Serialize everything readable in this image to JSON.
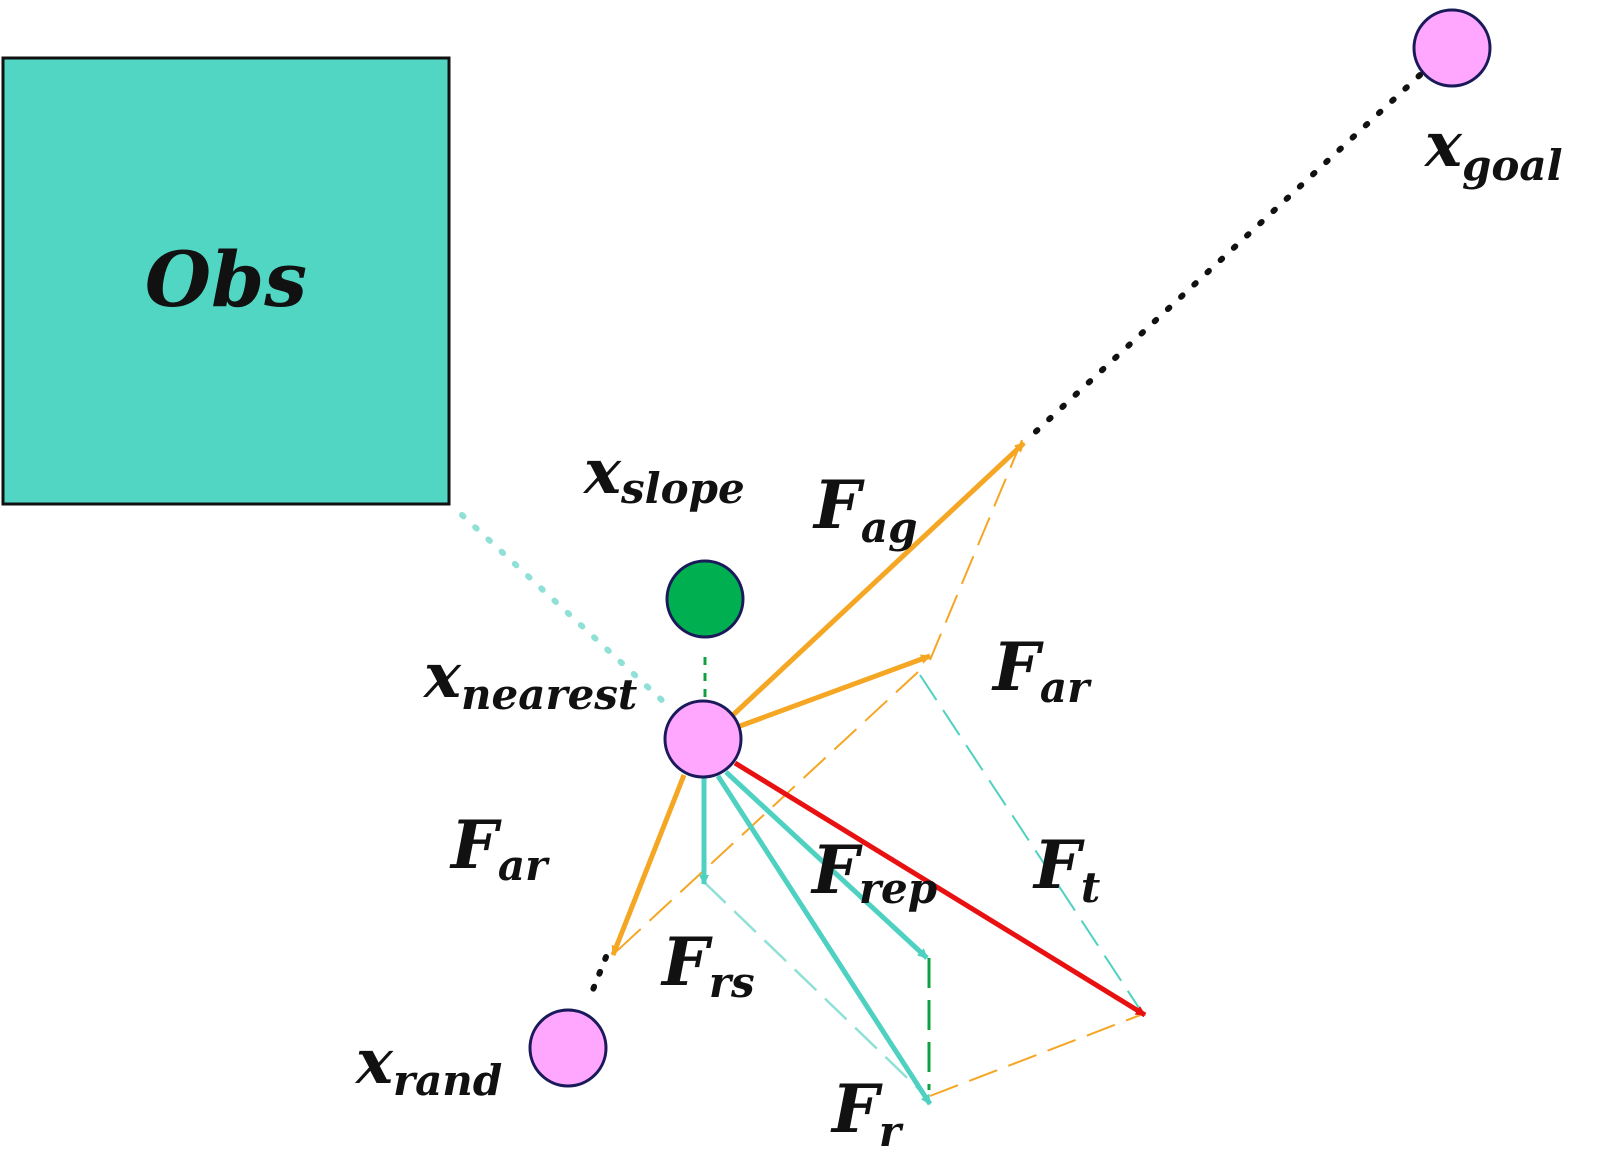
{
  "obstacle": {
    "label": "Obs"
  },
  "nodes": {
    "goal": {
      "base": "x",
      "sub": "goal"
    },
    "slope": {
      "base": "x",
      "sub": "slope"
    },
    "nearest": {
      "base": "x",
      "sub": "nearest"
    },
    "rand": {
      "base": "x",
      "sub": "rand"
    }
  },
  "forces": {
    "ag": {
      "base": "F",
      "sub": "ag"
    },
    "ar_upper": {
      "base": "F",
      "sub": "ar"
    },
    "ar_lower": {
      "base": "F",
      "sub": "ar"
    },
    "t": {
      "base": "F",
      "sub": "t"
    },
    "rep": {
      "base": "F",
      "sub": "rep"
    },
    "rs": {
      "base": "F",
      "sub": "rs"
    },
    "r": {
      "base": "F",
      "sub": "r"
    }
  },
  "colors": {
    "obstacle_fill": "#52d6c4",
    "node_pink": "#ffa6ff",
    "node_green": "#00b050",
    "node_stroke": "#1a1a5a",
    "orange": "#f5a623",
    "teal": "#4fd1c1",
    "red": "#e81010",
    "green_dash": "#0fa040",
    "dots": "#111111"
  }
}
